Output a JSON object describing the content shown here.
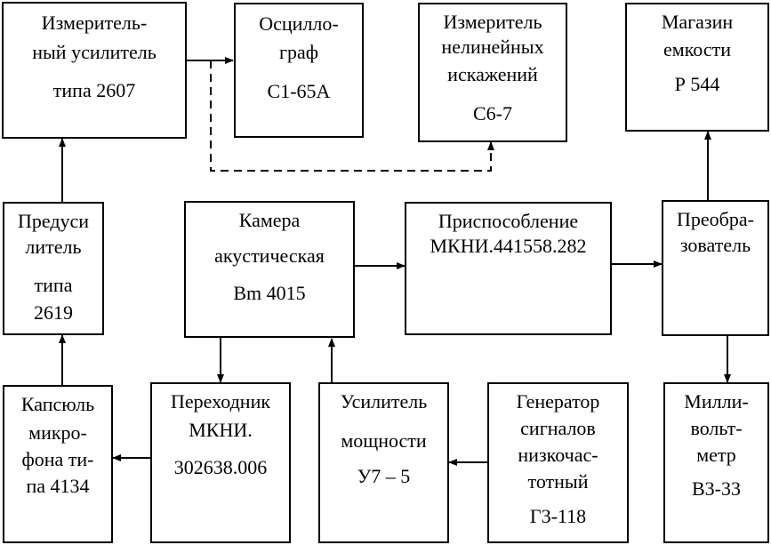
{
  "blocks": {
    "amplifier": [
      "Измеритель-",
      "ный усилитель",
      "типа 2607"
    ],
    "oscillograph": [
      "Осцилло-",
      "граф",
      "С1-65А"
    ],
    "distortion_meter": [
      "Измеритель",
      "нелинейных",
      "искажений",
      "С6-7"
    ],
    "capacitance_box": [
      "Магазин",
      "емкости",
      "Р 544"
    ],
    "preamplifier": [
      "Предуси",
      "литель",
      "типа",
      "2619"
    ],
    "acoustic_chamber": [
      "Камера",
      "акустическая",
      "Вm 4015"
    ],
    "fixture": [
      "Приспособление",
      "МКНИ.441558.282"
    ],
    "converter": [
      "Преобра-",
      "зователь"
    ],
    "capsule": [
      "Капсюль",
      "микро-",
      "фона ти-",
      "па 4134"
    ],
    "adapter": [
      "Переходник",
      "МКНИ.",
      "302638.006"
    ],
    "power_amplifier": [
      "Усилитель",
      "мощности",
      "У7 – 5"
    ],
    "generator": [
      "Генератор",
      "сигналов",
      "низкочас-",
      "тотный",
      "Г3-118"
    ],
    "millivoltmeter": [
      "Милли-",
      "вольт-",
      "метр",
      "В3-33"
    ]
  }
}
